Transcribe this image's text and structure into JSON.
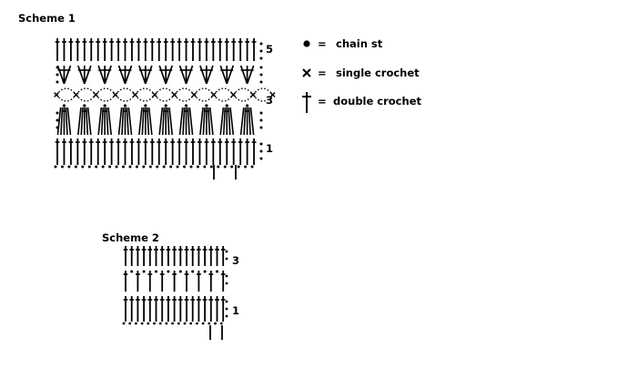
{
  "scheme1": {
    "title": "Scheme 1",
    "row_labels": {
      "row1": "1",
      "row3": "3",
      "row5": "5"
    }
  },
  "scheme2": {
    "title": "Scheme 2",
    "row_labels": {
      "row1": "1",
      "row3": "3"
    }
  },
  "legend": {
    "chain": "chain st",
    "single": "single crochet",
    "double": "double crochet",
    "equals": "="
  },
  "icons": {
    "chain": "filled-circle",
    "single": "cross",
    "double": "dagger"
  }
}
